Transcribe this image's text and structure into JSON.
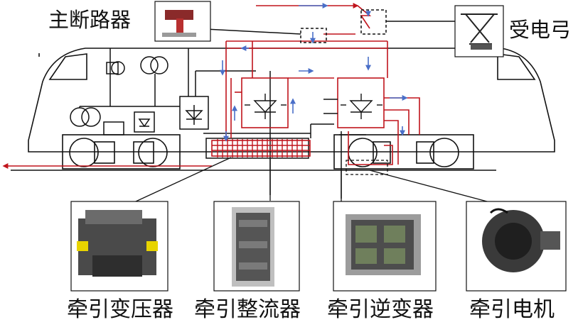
{
  "labels": {
    "main_breaker": "主断路器",
    "pantograph": "受电弓"
  },
  "components": [
    {
      "caption": "牵引变压器",
      "icon": "traction-transformer-photo"
    },
    {
      "caption": "牵引整流器",
      "icon": "traction-rectifier-photo"
    },
    {
      "caption": "牵引逆变器",
      "icon": "traction-inverter-photo"
    },
    {
      "caption": "牵引电机",
      "icon": "traction-motor-photo"
    }
  ],
  "colors": {
    "line": "#111111",
    "power_flow": "#c0141c",
    "signal_arrow": "#4a6fc8"
  }
}
